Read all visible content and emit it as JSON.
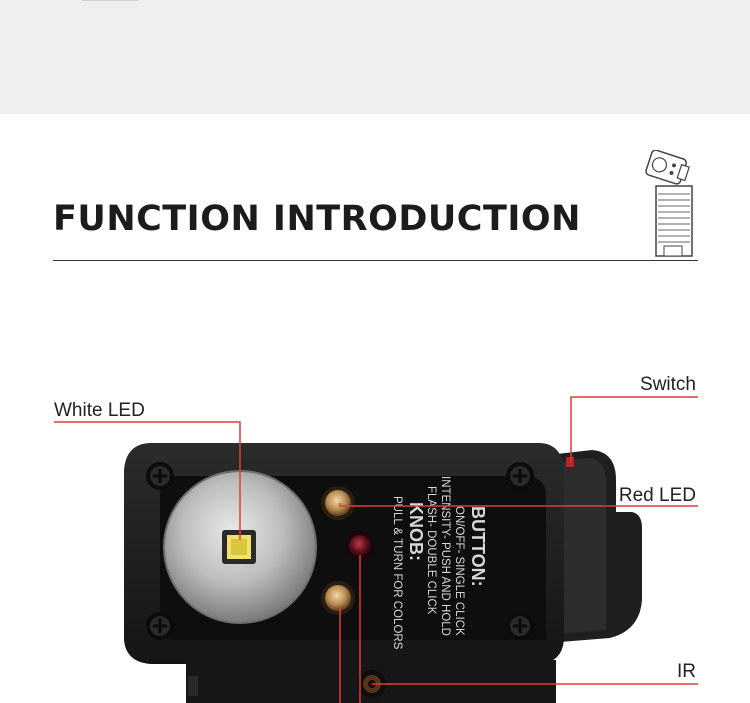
{
  "section": {
    "title": "FUNCTION INTRODUCTION"
  },
  "callouts": {
    "white_led": "White LED",
    "switch": "Switch",
    "red_led": "Red LED",
    "ir": "IR"
  },
  "device_panel": {
    "button_heading": "BUTTON:",
    "button_line1": "ON/OFF- SINGLE CLICK",
    "button_line2": "INTENSITY- PUSH AND HOLD",
    "button_line3": "FLASH- DOUBLE CLICK",
    "knob_heading": "KNOB:",
    "knob_line1": "PULL & TURN FOR COLORS"
  },
  "colors": {
    "accent_line": "#e23b3b",
    "device_body": "#1e1e1e",
    "background_band": "#efefef"
  }
}
